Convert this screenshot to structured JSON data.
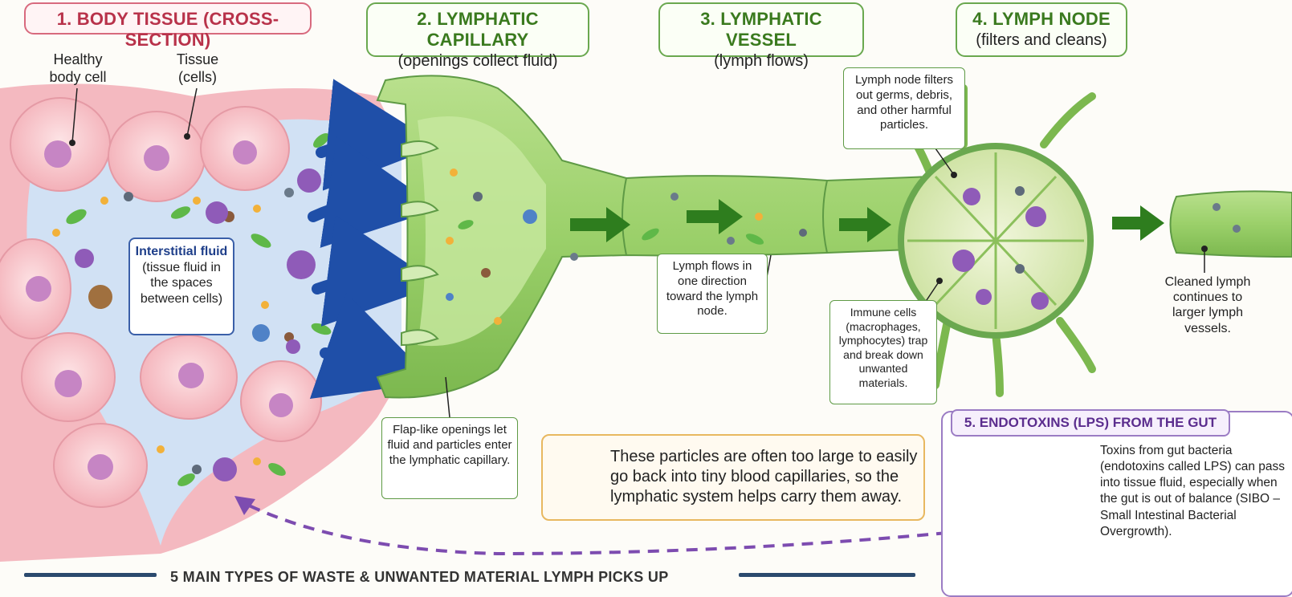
{
  "headers": {
    "s1": {
      "title": "1. BODY TISSUE (CROSS-SECTION)"
    },
    "s2": {
      "title": "2. LYMPHATIC CAPILLARY",
      "sub": "(openings collect fluid)"
    },
    "s3": {
      "title": "3. LYMPHATIC VESSEL",
      "sub": "(lymph flows)"
    },
    "s4": {
      "title": "4. LYMPH NODE",
      "sub": "(filters and cleans)"
    }
  },
  "labels": {
    "healthy_cell": "Healthy body cell",
    "tissue_cells": "Tissue (cells)",
    "interstitial_title": "Interstitial fluid",
    "interstitial_desc": "(tissue fluid in the spaces between cells)",
    "flap_openings": "Flap-like openings let fluid and particles enter the lymphatic capillary.",
    "lymph_flows": "Lymph flows in one direction toward the lymph node.",
    "node_filters": "Lymph node filters out germs, debris, and other harmful particles.",
    "immune_cells": "Immune cells (macrophages, lymphocytes) trap and break down unwanted materials.",
    "cleaned_lymph": "Cleaned lymph continues to larger lymph vessels."
  },
  "tip": {
    "text": "These particles are often too large to easily go back into tiny blood capillaries, so the lymphatic system helps carry them away.",
    "icon": "lightbulb-icon"
  },
  "endotoxins": {
    "title": "5. ENDOTOXINS (LPS) FROM THE GUT",
    "text": "Toxins from gut bacteria (endotoxins called LPS) can pass into tissue fluid, especially when the gut is out of balance (SIBO – Small Intestinal Bacterial Overgrowth).",
    "icon": "intestine-icon"
  },
  "bottom_title": "5 MAIN TYPES OF WASTE & UNWANTED MATERIAL LYMPH PICKS UP",
  "colors": {
    "tissue": "#f6c3c8",
    "cell_nucleus": "#c685c4",
    "fluid": "#cfe3f7",
    "lymph_green": "#9bd06a",
    "lymph_dark": "#5e9a45",
    "arrow_blue": "#1f4fa8",
    "arrow_green": "#2e7d1e",
    "lps_purple": "#7d4cb0"
  }
}
